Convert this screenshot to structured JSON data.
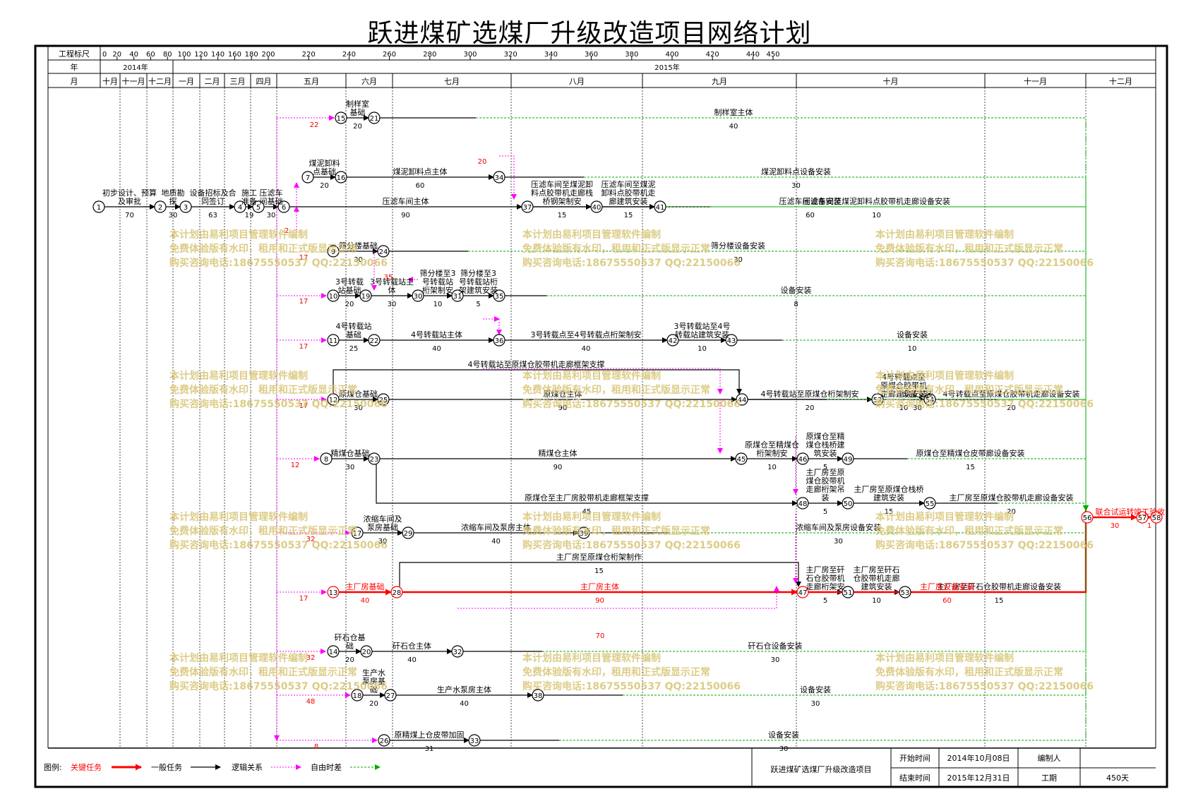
{
  "title": "跃进煤矿选煤厂升级改造项目网络计划",
  "scale": {
    "row_labels": {
      "day": "工程标尺",
      "year": "年",
      "month": "月"
    },
    "day_ticks": [
      "0",
      "20",
      "40",
      "60",
      "80",
      "100",
      "120",
      "140",
      "160",
      "180",
      "200",
      "220",
      "240",
      "260",
      "280",
      "300",
      "320",
      "340",
      "360",
      "380",
      "400",
      "420",
      "440",
      "450"
    ],
    "years": [
      "2014年",
      "2015年"
    ],
    "months_2014": [
      "十月",
      "十一月",
      "十二月"
    ],
    "months_2015": [
      "一月",
      "二月",
      "三月",
      "四月",
      "五月",
      "六月",
      "七月",
      "八月",
      "九月",
      "十月",
      "十一月",
      "十二月"
    ]
  },
  "nodes": [
    "1",
    "2",
    "3",
    "4",
    "5",
    "6",
    "7",
    "8",
    "9",
    "10",
    "11",
    "12",
    "13",
    "14",
    "15",
    "16",
    "17",
    "18",
    "19",
    "20",
    "21",
    "22",
    "23",
    "24",
    "25",
    "26",
    "27",
    "28",
    "29",
    "30",
    "31",
    "32",
    "33",
    "34",
    "35",
    "36",
    "37",
    "38",
    "39",
    "40",
    "41",
    "42",
    "43",
    "44",
    "45",
    "46",
    "47",
    "48",
    "49",
    "50",
    "51",
    "52",
    "53",
    "54",
    "55",
    "56",
    "57",
    "58"
  ],
  "activities": [
    {
      "from": "1",
      "to": "2",
      "label": "初步设计、预算\n及审批",
      "duration": "70"
    },
    {
      "from": "2",
      "to": "3",
      "label": "地质勘\n探",
      "duration": "30"
    },
    {
      "from": "3",
      "to": "4",
      "label": "设备招标及合\n同签订",
      "duration": "63"
    },
    {
      "from": "4",
      "to": "5",
      "label": "施工\n准备",
      "duration": "19"
    },
    {
      "from": "5",
      "to": "6",
      "label": "压滤车\n间基础",
      "duration": "30"
    },
    {
      "from": "6",
      "to": "37",
      "label": "压滤车间主体",
      "duration": "90"
    },
    {
      "from": "7",
      "to": "16",
      "label": "煤泥卸料\n点基础",
      "duration": "20"
    },
    {
      "from": "16",
      "to": "34",
      "label": "煤泥卸料点主体",
      "duration": "60"
    },
    {
      "from": "34",
      "to": "56",
      "label": "煤泥卸料点设备安装",
      "duration": "30"
    },
    {
      "from": "37",
      "to": "40",
      "label": "压滤车间至煤泥卸\n料点胶带机走廊栈\n桥钢架制安",
      "duration": "15"
    },
    {
      "from": "40",
      "to": "41",
      "label": "压滤车间至煤泥\n卸料点胶带机走\n廊建筑安装",
      "duration": "15"
    },
    {
      "from": "41",
      "to": "56",
      "label": "压滤车间至煤泥卸料点胶带机走廊设备安装",
      "duration": "10"
    },
    {
      "from": "37",
      "to": "56",
      "label": "压滤车间设备安装",
      "duration": "60"
    },
    {
      "from": "9",
      "to": "24",
      "label": "筛分楼基础",
      "duration": "30"
    },
    {
      "from": "24",
      "to": "56",
      "label": "筛分楼设备安装",
      "duration": "30"
    },
    {
      "from": "10",
      "to": "19",
      "label": "3号转载\n站基础",
      "duration": "20"
    },
    {
      "from": "19",
      "to": "30",
      "label": "3号转载站主\n体",
      "duration": "30"
    },
    {
      "from": "30",
      "to": "31",
      "label": "筛分楼至3\n号转载站\n桁架制安",
      "duration": "10"
    },
    {
      "from": "31",
      "to": "35",
      "label": "筛分楼至3\n号转载站桁\n架建筑安装",
      "duration": "5"
    },
    {
      "from": "35",
      "to": "56",
      "label": "设备安装",
      "duration": "8"
    },
    {
      "from": "11",
      "to": "22",
      "label": "4号转载站\n基础",
      "duration": "25"
    },
    {
      "from": "22",
      "to": "36",
      "label": "4号转载站主体",
      "duration": "40"
    },
    {
      "from": "36",
      "to": "42",
      "label": "3号转载点至4号转载点桁架制安",
      "duration": "40"
    },
    {
      "from": "42",
      "to": "43",
      "label": "3号转载站至4号\n转载站建筑安装",
      "duration": "10"
    },
    {
      "from": "43",
      "to": "56",
      "label": "设备安装",
      "duration": "10"
    },
    {
      "from": "12",
      "to": "44",
      "label": "4号转载站至原煤仓胶带机走廊框架支撑",
      "duration": ""
    },
    {
      "from": "12",
      "to": "25",
      "label": "原煤仓基础",
      "duration": "30"
    },
    {
      "from": "25",
      "to": "44",
      "label": "原煤仓主体",
      "duration": "90"
    },
    {
      "from": "44",
      "to": "52",
      "label": "4号转载站至原煤仓桁架制安",
      "duration": "20"
    },
    {
      "from": "52",
      "to": "54",
      "label": "4号转载点至\n原煤仓胶带机\n走廊建筑安装",
      "duration": "10"
    },
    {
      "from": "54",
      "to": "56",
      "label": "4号转载点至原煤仓胶带机走廊设备安装",
      "duration": "20"
    },
    {
      "from": "44",
      "to": "56",
      "label": "设备安装",
      "duration": "30"
    },
    {
      "from": "8",
      "to": "23",
      "label": "精煤仓基础",
      "duration": "30"
    },
    {
      "from": "23",
      "to": "45",
      "label": "精煤仓主体",
      "duration": "90"
    },
    {
      "from": "45",
      "to": "46",
      "label": "原煤仓至精煤仓\n桁架制安",
      "duration": "10"
    },
    {
      "from": "46",
      "to": "49",
      "label": "原煤仓至精\n煤仓栈桥建\n筑安装",
      "duration": "5"
    },
    {
      "from": "49",
      "to": "56",
      "label": "原煤仓至精煤仓皮带廊设备安装",
      "duration": "15"
    },
    {
      "from": "23",
      "to": "48",
      "label": "原煤仓至主厂房胶带机走廊框架支撑",
      "duration": "45"
    },
    {
      "from": "48",
      "to": "50",
      "label": "主厂房至原\n煤仓胶带机\n走廊桁架吊\n装",
      "duration": "5"
    },
    {
      "from": "50",
      "to": "55",
      "label": "主厂房至原煤仓栈桥\n建筑安装",
      "duration": "15"
    },
    {
      "from": "55",
      "to": "56",
      "label": "主厂房至原煤仓胶带机走廊设备安装",
      "duration": "20"
    },
    {
      "from": "17",
      "to": "29",
      "label": "浓缩车间及\n泵房基础",
      "duration": "30"
    },
    {
      "from": "29",
      "to": "39",
      "label": "浓缩车间及泵房主体",
      "duration": "40"
    },
    {
      "from": "39",
      "to": "56",
      "label": "浓缩车间及泵房设备安装",
      "duration": "30"
    },
    {
      "from": "28",
      "to": "47",
      "label": "主厂房至原煤仓桁架制作",
      "duration": "15"
    },
    {
      "from": "13",
      "to": "28",
      "label": "主厂房基础",
      "duration": "40"
    },
    {
      "from": "28",
      "to": "47",
      "label": "主厂房主体",
      "duration": "90"
    },
    {
      "from": "47",
      "to": "51",
      "label": "主厂房至矸\n石仓胶带机\n走廊桁架安",
      "duration": "5"
    },
    {
      "from": "51",
      "to": "53",
      "label": "主厂房至矸石\n仓胶带机走廊\n建筑安装",
      "duration": "10"
    },
    {
      "from": "53",
      "to": "56",
      "label": "主厂房至矸石仓胶带机走廊设备安装",
      "duration": "15"
    },
    {
      "from": "47",
      "to": "56",
      "label": "主厂房设备安装",
      "duration": "60"
    },
    {
      "from": "14",
      "to": "20",
      "label": "矸石仓基\n础",
      "duration": "20"
    },
    {
      "from": "20",
      "to": "32",
      "label": "矸石仓主体",
      "duration": "40"
    },
    {
      "from": "32",
      "to": "56",
      "label": "矸石仓设备安装",
      "duration": "30"
    },
    {
      "from": "18",
      "to": "27",
      "label": "生产水\n泵房基\n础",
      "duration": "20"
    },
    {
      "from": "27",
      "to": "38",
      "label": "生产水泵房主体",
      "duration": "40"
    },
    {
      "from": "38",
      "to": "56",
      "label": "设备安装",
      "duration": "30"
    },
    {
      "from": "26",
      "to": "33",
      "label": "原精煤上仓皮带加固",
      "duration": "31"
    },
    {
      "from": "33",
      "to": "56",
      "label": "设备安装",
      "duration": "30"
    },
    {
      "from": "15",
      "to": "21",
      "label": "制样室\n基础",
      "duration": "20"
    },
    {
      "from": "21",
      "to": "56",
      "label": "制样室主体",
      "duration": "40"
    },
    {
      "from": "56",
      "to": "57",
      "label": "联合试运转",
      "duration": "30"
    },
    {
      "from": "57",
      "to": "58",
      "label": "竣工验收",
      "duration": "1"
    }
  ],
  "free_float": [
    "22",
    "2",
    "17",
    "17",
    "17",
    "17",
    "12",
    "32",
    "17",
    "32",
    "48",
    "8",
    "20",
    "35",
    "70"
  ],
  "watermark": [
    "本计划由易利项目管理软件编制",
    "免费体验版有水印，租用和正式版显示正常",
    "购买咨询电话:18675550537 QQ:22150066"
  ],
  "legend": {
    "prefix": "图例:",
    "critical": "关键任务",
    "general": "一般任务",
    "logic": "逻辑关系",
    "float": "自由时差"
  },
  "footer": {
    "project": "跃进煤矿选煤厂升级改造项目",
    "start_label": "开始时间",
    "start_value": "2014年10月08日",
    "end_label": "结束时间",
    "end_value": "2015年12月31日",
    "author_label": "编制人",
    "author_value": "",
    "duration_label": "工期",
    "duration_value": "450天"
  },
  "colors": {
    "critical": "#ff0000",
    "general": "#000000",
    "logic": "#ff00ff",
    "float": "#00c000",
    "watermark": "#d9c77a"
  }
}
